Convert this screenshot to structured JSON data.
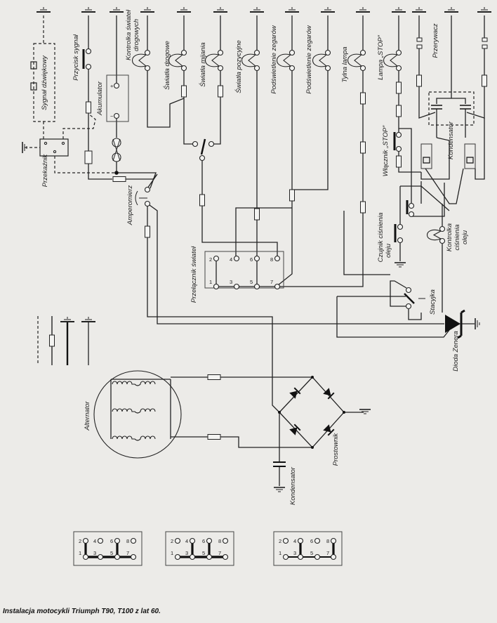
{
  "labels": {
    "horn": "Sygnał dźwiękowy",
    "horn_button": "Przycisk sygnał",
    "battery": "Akumulator",
    "high_beam_indicator_1": "Kontrolka świateł",
    "high_beam_indicator_2": "drogowych",
    "high_beam": "Światła drogowe",
    "low_beam": "Światła mijania",
    "parking_lights": "Światła pozycyjne",
    "gauge_light_1": "Podświetlenie zegarów",
    "gauge_light_2": "Podświetlenie zegarów",
    "tail_lamp": "Tylna lampa",
    "stop_lamp": "Lampa „STOP”",
    "breaker": "Przerywacz",
    "ignition_capacitor": "Kondensator",
    "stop_switch": "Włącznik „STOP”",
    "relay": "Przekaźnik",
    "ammeter": "Amperomierz",
    "light_switch": "Przełącznik świateł",
    "oil_sensor_1": "Czujnik ciśnienia",
    "oil_sensor_2": "oleju",
    "oil_indicator_1": "Kontrolka",
    "oil_indicator_2": "ciśnienia",
    "oil_indicator_3": "oleju",
    "ignition_switch": "Stacyjka",
    "zener": "Dioda Zenera",
    "alternator": "Alternator",
    "rectifier_capacitor": "Kondensator",
    "rectifier": "Prostownik",
    "battery_plus": "+",
    "battery_minus": "−"
  },
  "switch_terminals": {
    "top": [
      "2",
      "4",
      "6",
      "8"
    ],
    "bottom": [
      "1",
      "3",
      "5",
      "7"
    ]
  },
  "caption": "Instalacja motocykli Triumph T90, T100 z lat 60."
}
